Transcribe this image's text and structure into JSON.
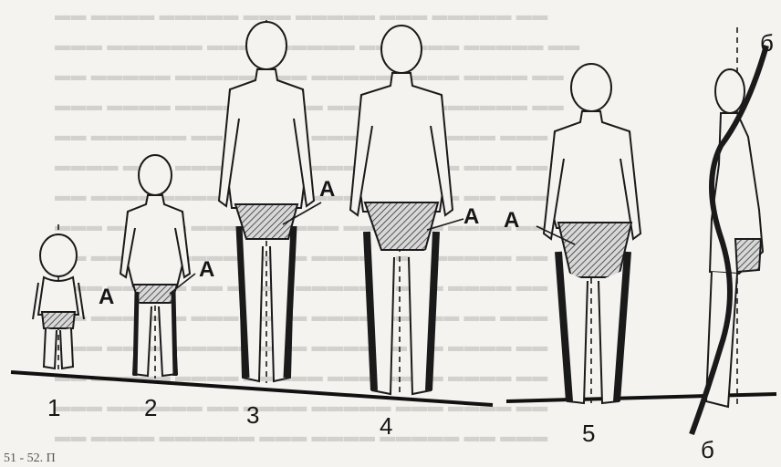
{
  "figure": {
    "number_labels": [
      "1",
      "2",
      "3",
      "4",
      "5"
    ],
    "marker_label": "А",
    "spine_label": "б",
    "caption": "51 - 52. П"
  }
}
